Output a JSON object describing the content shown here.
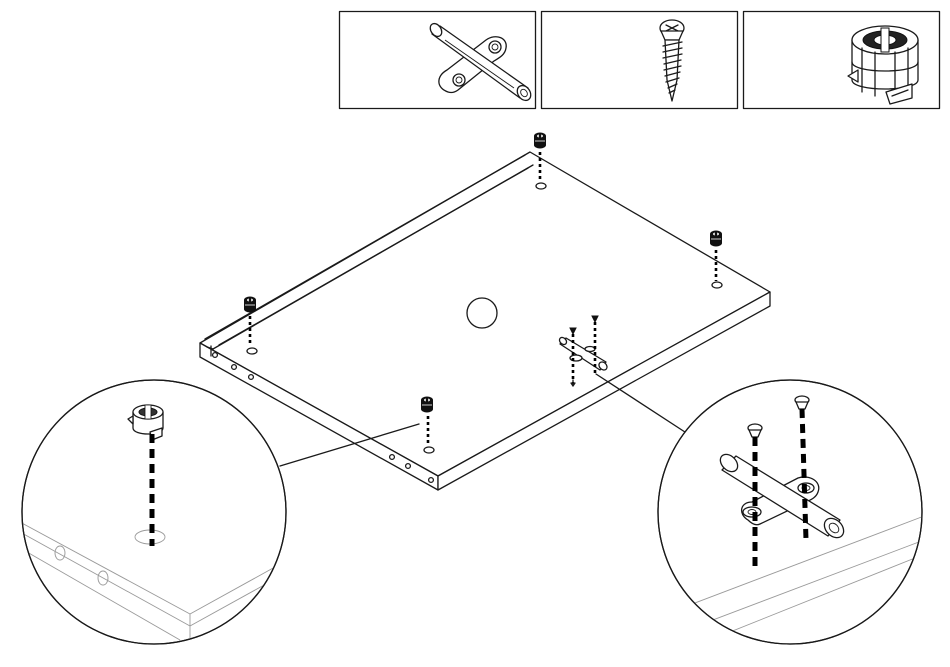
{
  "diagram": {
    "parts_legend": [
      {
        "name": "connector-pin-with-plate",
        "icon": "connector-pin-icon"
      },
      {
        "name": "wood-screw",
        "icon": "screw-icon"
      },
      {
        "name": "cam-lock-nut",
        "icon": "cam-lock-icon"
      }
    ],
    "cam_locks_on_panel": 4,
    "screws_on_panel": 2,
    "detail_views": [
      "cam-lock-insertion",
      "connector-pin-screw-attachment"
    ],
    "colors": {
      "line": "#1a1a1a",
      "background": "#ffffff",
      "faint": "#9a9a9a"
    }
  }
}
